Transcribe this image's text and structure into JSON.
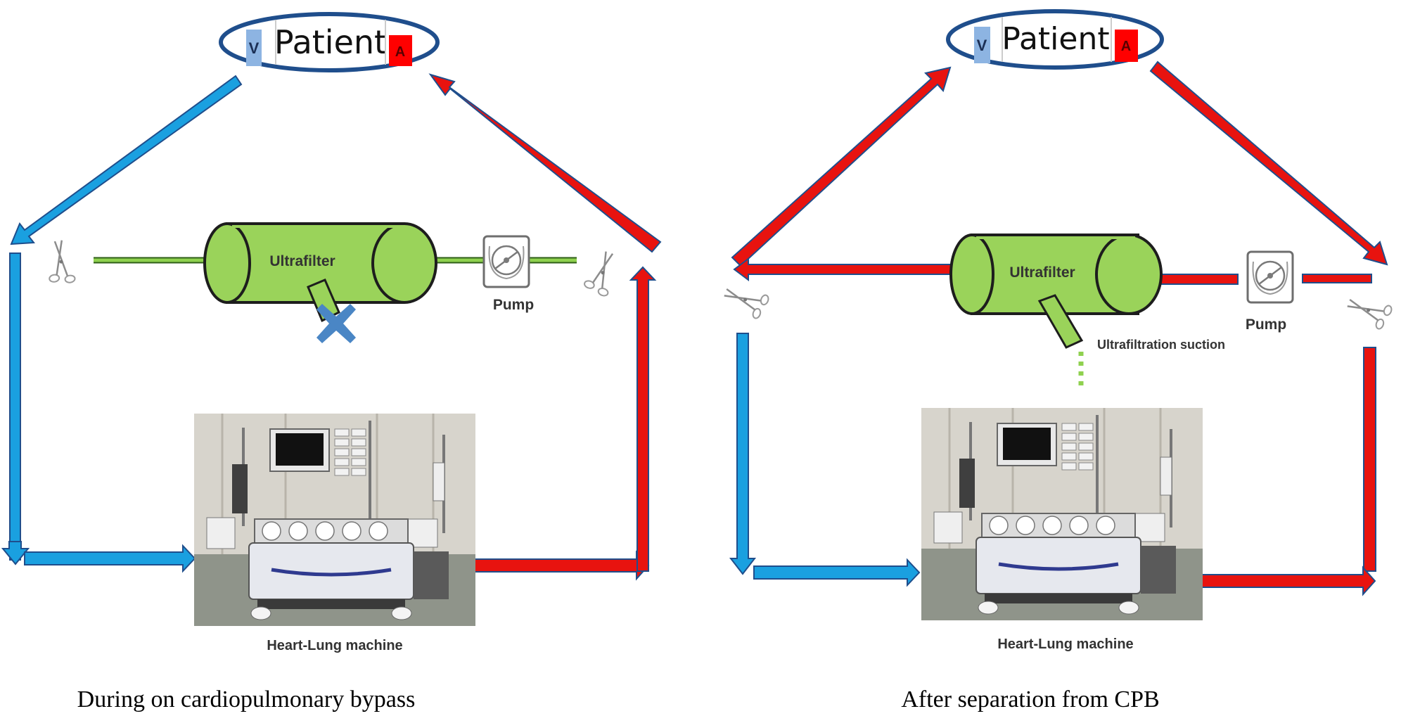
{
  "colors": {
    "venous": "#1aa0e0",
    "arterial": "#e8130f",
    "ultrafilter_fill": "#9ad35a",
    "line_green": "#6db33f",
    "patient_outline": "#1f4e8c",
    "venous_badge": "#8db4e2",
    "arterial_badge": "#ff0000",
    "cross": "#4a86c5"
  },
  "icons": [
    "clamp-icon",
    "pump-icon",
    "cross-icon",
    "heart-lung-machine-photo"
  ],
  "panels": [
    {
      "patient": {
        "label": "Patient",
        "venous_badge": "V",
        "arterial_badge": "A"
      },
      "ultrafilter_label": "Ultrafilter",
      "pump_label": "Pump",
      "machine_label": "Heart-Lung machine",
      "caption": "During on cardiopulmonary bypass"
    },
    {
      "patient": {
        "label": "Patient",
        "venous_badge": "V",
        "arterial_badge": "A"
      },
      "ultrafilter_label": "Ultrafilter",
      "pump_label": "Pump",
      "suction_label": "Ultrafiltration suction",
      "machine_label": "Heart-Lung machine",
      "caption": "After separation from CPB"
    }
  ]
}
